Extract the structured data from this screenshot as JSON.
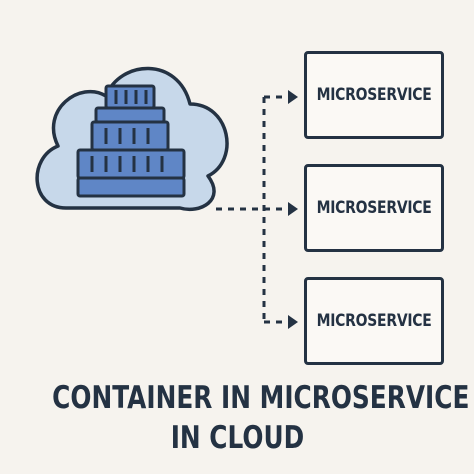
{
  "services": [
    {
      "label": "MICROSERVICE"
    },
    {
      "label": "MICROSERVICE"
    },
    {
      "label": "MICROSERVICE"
    }
  ],
  "caption": {
    "line1": "CONTAINER IN MICROSERVICE",
    "line2": "IN CLOUD"
  },
  "colors": {
    "background": "#f6f3ee",
    "outline": "#243243",
    "cloud_fill": "#c7d8ea",
    "container_fill": "#5f86c6"
  }
}
